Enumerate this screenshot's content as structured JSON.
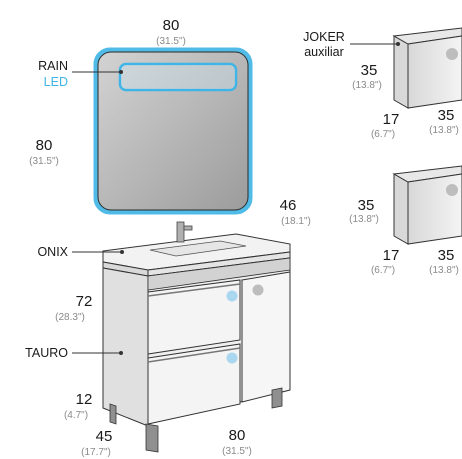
{
  "mirror": {
    "width_cm": "80",
    "width_in": "(31.5\")",
    "height_cm": "80",
    "height_in": "(31.5\")",
    "label_line1": "RAIN",
    "label_line2": "LED"
  },
  "vanity": {
    "depth_cm": "46",
    "depth_in": "(18.1\")",
    "top_label": "ONIX",
    "body_label": "TAURO",
    "height_cm": "72",
    "height_in": "(28.3\")",
    "leg_height_cm": "12",
    "leg_height_in": "(4.7\")",
    "depth2_cm": "45",
    "depth2_in": "(17.7\")",
    "width_cm": "80",
    "width_in": "(31.5\")"
  },
  "cabinet_top": {
    "label_line1": "JOKER",
    "label_line2": "auxiliar",
    "height_cm": "35",
    "height_in": "(13.8\")",
    "depth_cm": "17",
    "depth_in": "(6.7\")",
    "width_cm": "35",
    "width_in": "(13.8\")"
  },
  "cabinet_bottom": {
    "height_cm": "35",
    "height_in": "(13.8\")",
    "depth_cm": "17",
    "depth_in": "(6.7\")",
    "width_cm": "35",
    "width_in": "(13.8\")"
  },
  "colors": {
    "led": "#3fb4e6",
    "line": "#333333",
    "dim_text": "#8a8a8a",
    "dot_blue": "#a9d7f0",
    "dot_gray": "#bdbdbd"
  }
}
